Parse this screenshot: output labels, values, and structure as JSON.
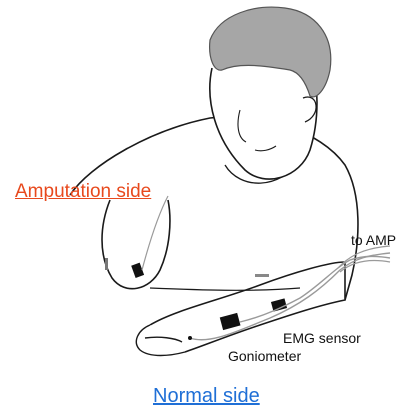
{
  "labels": {
    "amputation_side": "Amputation side",
    "to_amp": "to AMP",
    "emg_sensor": "EMG sensor",
    "goniometer": "Goniometer",
    "normal_side": "Normal side"
  },
  "colors": {
    "amputation_label": "#e8491d",
    "normal_label": "#1f6fd6",
    "hair": "#a6a6a6",
    "sensor": "#111111",
    "cable": "#9a9a9a",
    "outline": "#1a1a1a"
  }
}
